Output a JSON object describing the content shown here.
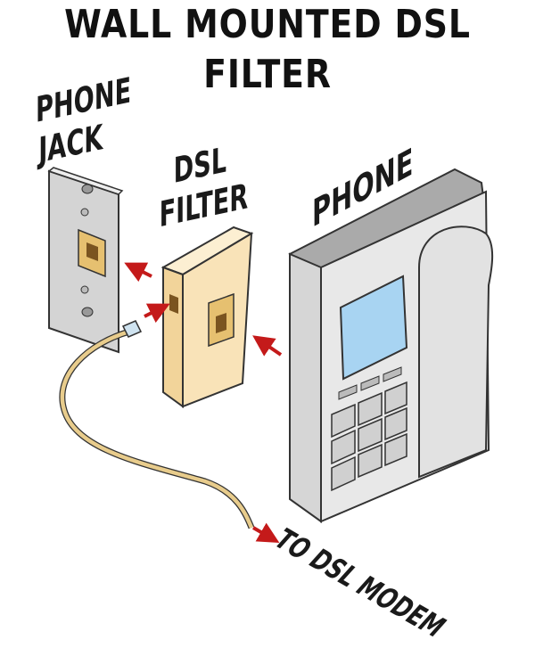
{
  "title": "WALL MOUNTED DSL FILTER",
  "labels": {
    "phone_jack_line1": "PHONE",
    "phone_jack_line2": "JACK",
    "dsl_filter_line1": "DSL",
    "dsl_filter_line2": "FILTER",
    "phone": "PHONE",
    "to_modem": "TO DSL MODEM"
  },
  "colors": {
    "arrow": "#c41a1a",
    "plate": "#d8d8d8",
    "filter": "#f9e3b8",
    "cord": "#e8cc8c",
    "phone_body": "#e6e6e6",
    "screen": "#a8d4f2"
  }
}
